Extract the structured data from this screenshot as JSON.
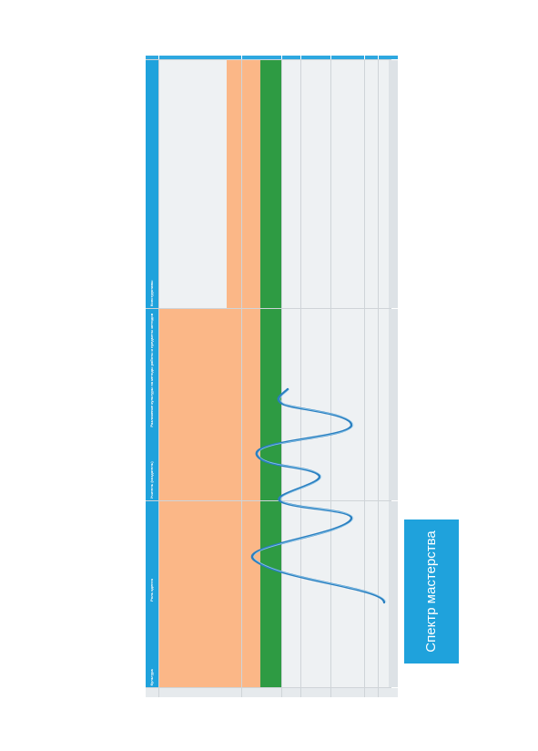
{
  "table": {
    "headers": [
      "Культура",
      "Роль ядента",
      "Учитель (создатель)",
      "Разложение культуры на методы работы и предметы методов",
      "Конструктивы"
    ]
  },
  "colors": {
    "header_bg": "#1fa2dc",
    "row_orange": "#fbb787",
    "row_green": "#2e9b43",
    "wave_stroke": "#2a7fc0"
  },
  "callout": {
    "label": "Спектр мастерства"
  }
}
